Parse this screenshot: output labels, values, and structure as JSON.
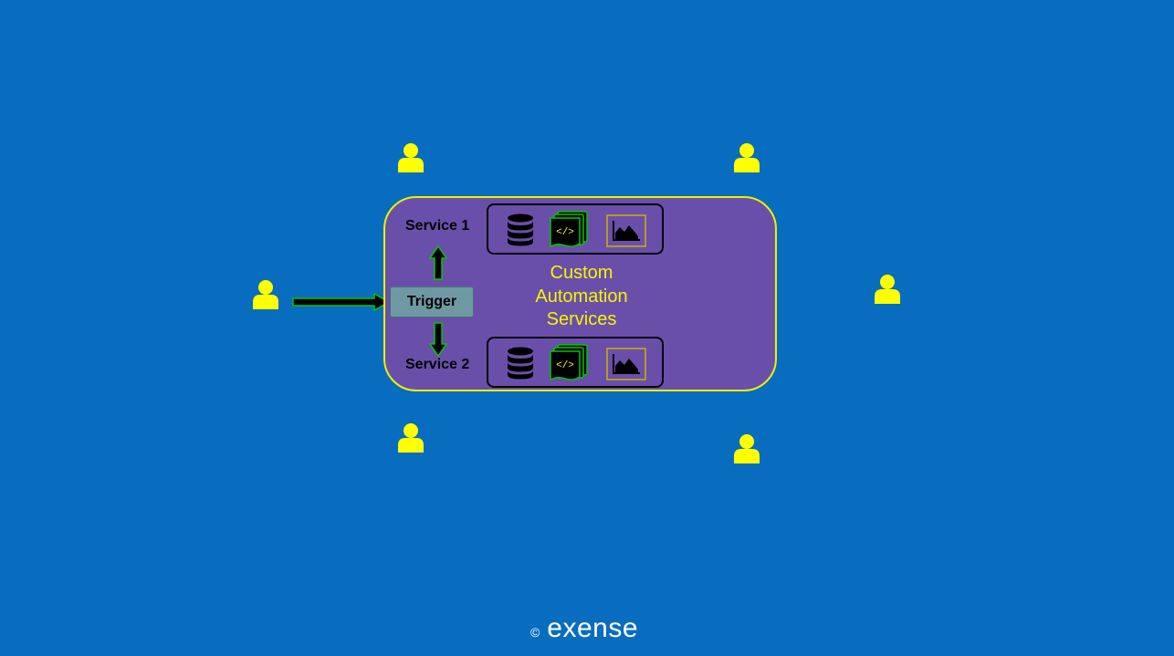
{
  "diagram": {
    "title_lines": [
      "Custom",
      "Automation",
      "Services"
    ],
    "trigger_label": "Trigger",
    "services": [
      {
        "label": "Service 1"
      },
      {
        "label": "Service 2"
      }
    ],
    "panel_icons": [
      "database-icon",
      "code-file-stack-icon",
      "area-chart-icon"
    ]
  },
  "colors": {
    "background": "#086DBE",
    "container_fill": "#6A4FAA",
    "container_border": "#F0F000",
    "user_icon": "#FFFF00",
    "arrow_fill": "#000000",
    "arrow_outline": "#00C800",
    "trigger_fill": "#6E99A4"
  },
  "footer": {
    "copyright_symbol": "©",
    "brand": "exense"
  }
}
